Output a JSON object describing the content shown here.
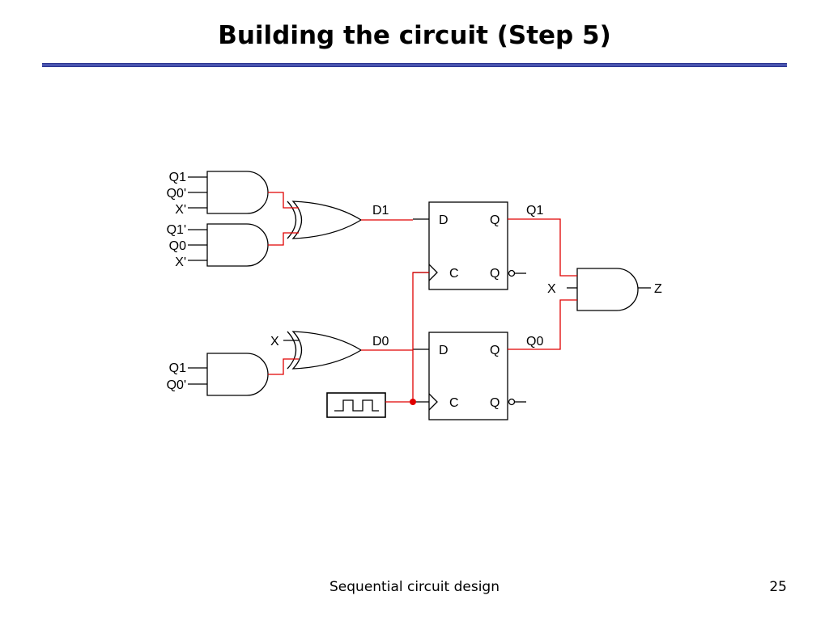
{
  "slide": {
    "title": "Building the circuit (Step 5)",
    "footer": "Sequential circuit design",
    "page_number": "25"
  },
  "diagram": {
    "and1_inputs": [
      "Q1",
      "Q0'",
      "X'"
    ],
    "and2_inputs": [
      "Q1'",
      "Q0",
      "X'"
    ],
    "or_top_output": "D1",
    "ff_top": {
      "d": "D",
      "c": "C",
      "q": "Q",
      "qbar": "Q",
      "output": "Q1"
    },
    "ff_bottom": {
      "d": "D",
      "c": "C",
      "q": "Q",
      "qbar": "Q",
      "output": "Q0"
    },
    "or_bottom_input": "X",
    "and3_inputs": [
      "Q1",
      "Q0'"
    ],
    "or_bottom_output": "D0",
    "and_final_input": "X",
    "and_final_output": "Z",
    "colors": {
      "wire": "#000000",
      "active_wire": "#e00000",
      "rule": "#4a55b0"
    }
  }
}
